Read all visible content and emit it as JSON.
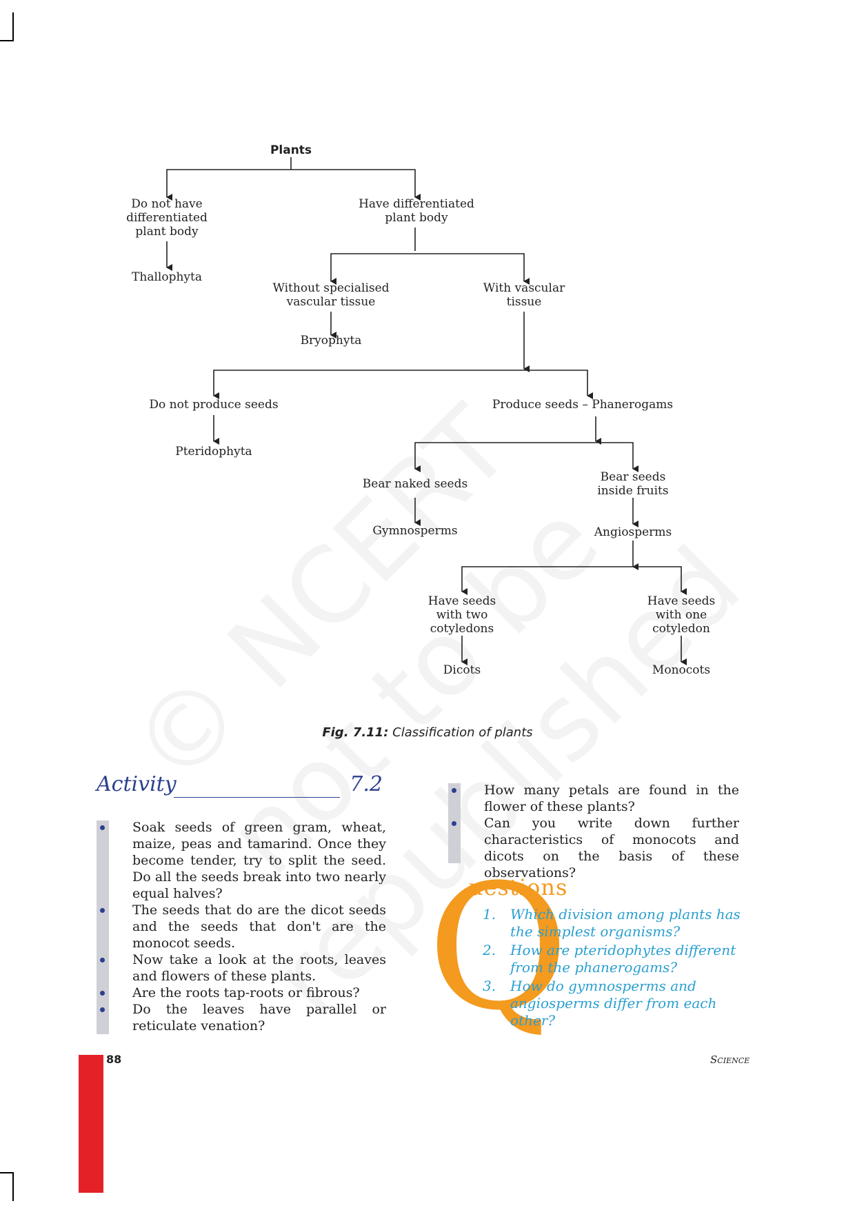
{
  "watermark": "© NCERT\nnot to be republished",
  "figure": {
    "nodes": {
      "plants": "Plants",
      "no_diff_body": "Do not have\ndifferentiated\nplant body",
      "thallophyta": "Thallophyta",
      "diff_body": "Have differentiated\nplant body",
      "without_vascular": "Without specialised\nvascular tissue",
      "bryophyta": "Bryophyta",
      "with_vascular": "With vascular\ntissue",
      "no_seeds": "Do not produce seeds",
      "pteridophyta": "Pteridophyta",
      "seeds": "Produce seeds – Phanerogams",
      "naked_seeds": "Bear naked seeds",
      "gymnosperms": "Gymnosperms",
      "seeds_fruits": "Bear seeds\ninside fruits",
      "angiosperms": "Angiosperms",
      "two_cotyledons": "Have seeds\nwith two\ncotyledons",
      "dicots": "Dicots",
      "one_cotyledon": "Have seeds\nwith one\ncotyledon",
      "monocots": "Monocots"
    },
    "caption_label": "Fig. 7.11:",
    "caption_text": " Classification of plants"
  },
  "activity": {
    "title": "Activity",
    "number": "7.2",
    "items": [
      "Soak seeds of green gram, wheat, maize, peas and tamarind. Once they become tender, try to split the seed. Do all the seeds break into two nearly equal halves?",
      "The seeds that do are the dicot seeds and the seeds that don't are the monocot seeds.",
      "Now take a look at the roots, leaves and flowers of these plants.",
      "Are the roots tap-roots or fibrous?",
      "Do the leaves have parallel or reticulate venation?"
    ],
    "items_right": [
      "How many petals are found in the flower of these plants?",
      "Can you write down further characteristics of monocots and dicots on the basis of these observations?"
    ]
  },
  "questions": {
    "big_letter": "Q",
    "heading": "uestions",
    "items": [
      {
        "num": "1.",
        "text": "Which division among plants has the simplest organisms?"
      },
      {
        "num": "2.",
        "text": "How are pteridophytes different from the phanerogams?"
      },
      {
        "num": "3.",
        "text": "How do gymnosperms and angiosperms differ from each other?"
      }
    ]
  },
  "footer": {
    "page_number": "88",
    "subject": "Science"
  },
  "colors": {
    "accent_blue": "#2b3f8f",
    "question_blue": "#2a9fd0",
    "orange": "#f39a1f",
    "red_bar": "#e42126"
  }
}
